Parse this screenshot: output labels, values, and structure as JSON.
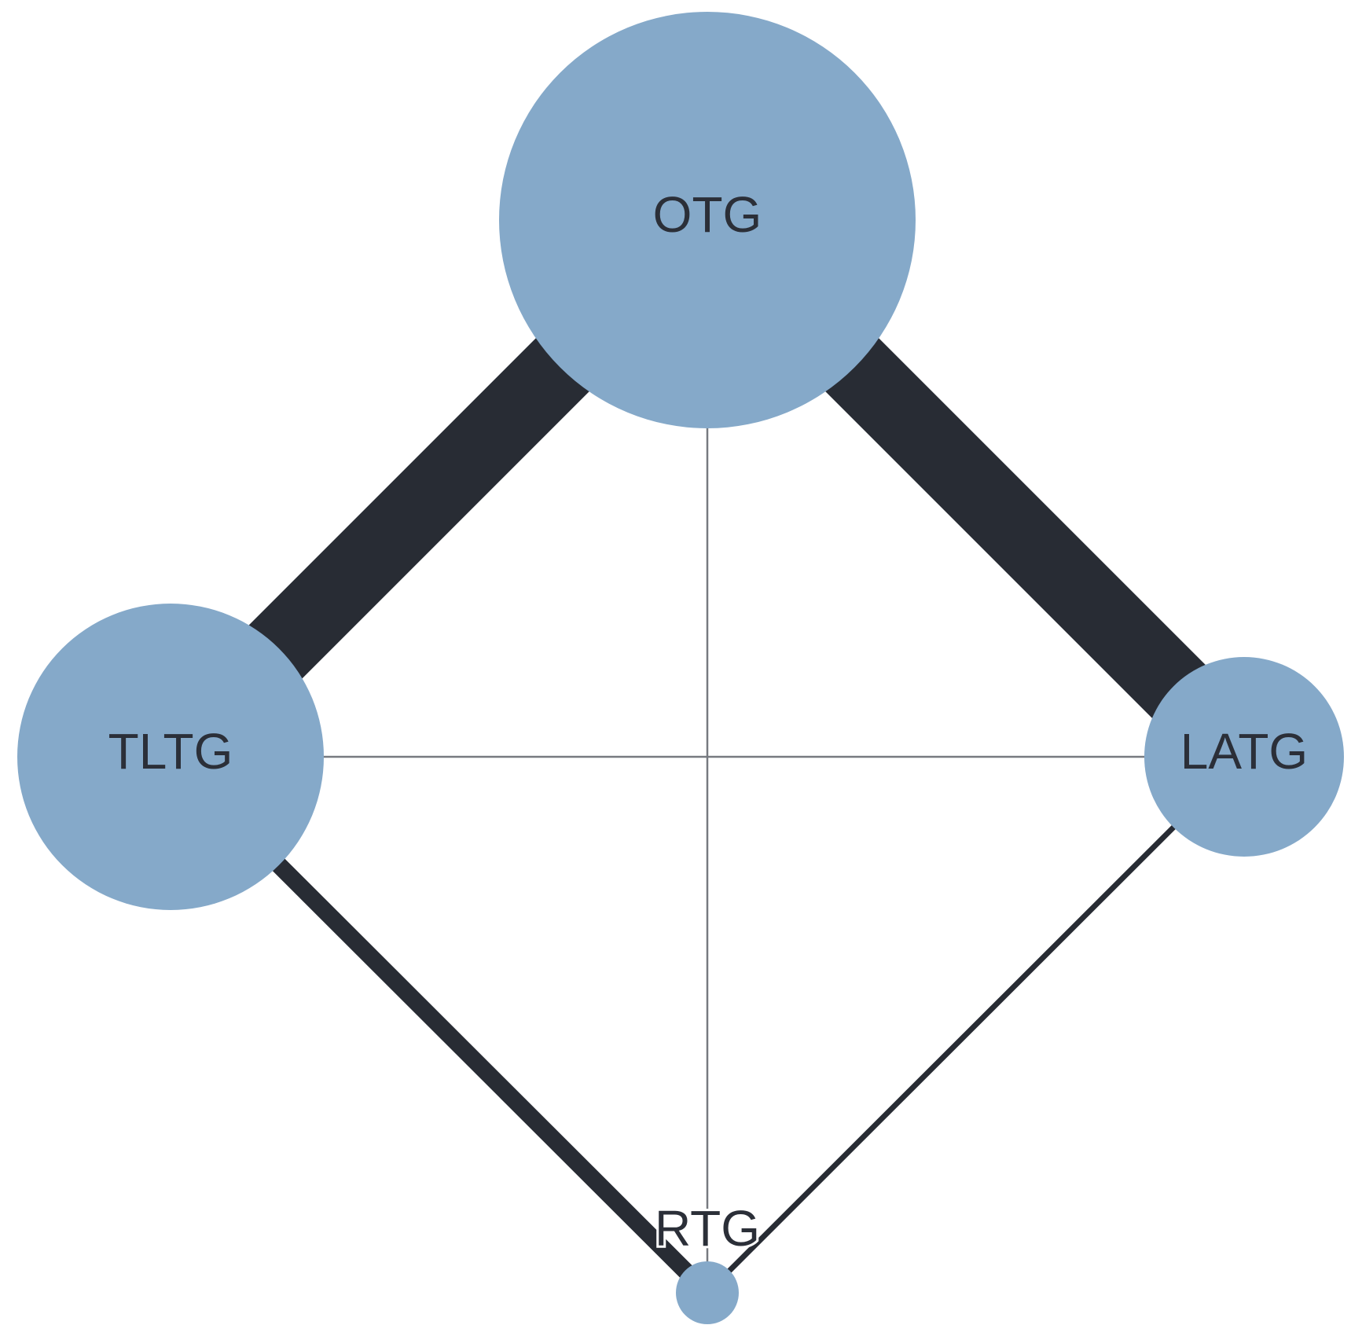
{
  "diagram": {
    "type": "network",
    "colors": {
      "node_fill": "#85a9c9",
      "edge_color": "#282c34",
      "label_color": "#2b2f38",
      "background": "#ffffff"
    },
    "nodes": [
      {
        "id": "OTG",
        "label": "OTG"
      },
      {
        "id": "TLTG",
        "label": "TLTG"
      },
      {
        "id": "LATG",
        "label": "LATG"
      },
      {
        "id": "RTG",
        "label": "RTG"
      }
    ],
    "edges": [
      {
        "from": "OTG",
        "to": "TLTG",
        "weight": "heavy"
      },
      {
        "from": "OTG",
        "to": "LATG",
        "weight": "heavy"
      },
      {
        "from": "TLTG",
        "to": "RTG",
        "weight": "medium"
      },
      {
        "from": "LATG",
        "to": "RTG",
        "weight": "light"
      },
      {
        "from": "TLTG",
        "to": "LATG",
        "weight": "thin"
      },
      {
        "from": "OTG",
        "to": "RTG",
        "weight": "thin"
      }
    ]
  }
}
